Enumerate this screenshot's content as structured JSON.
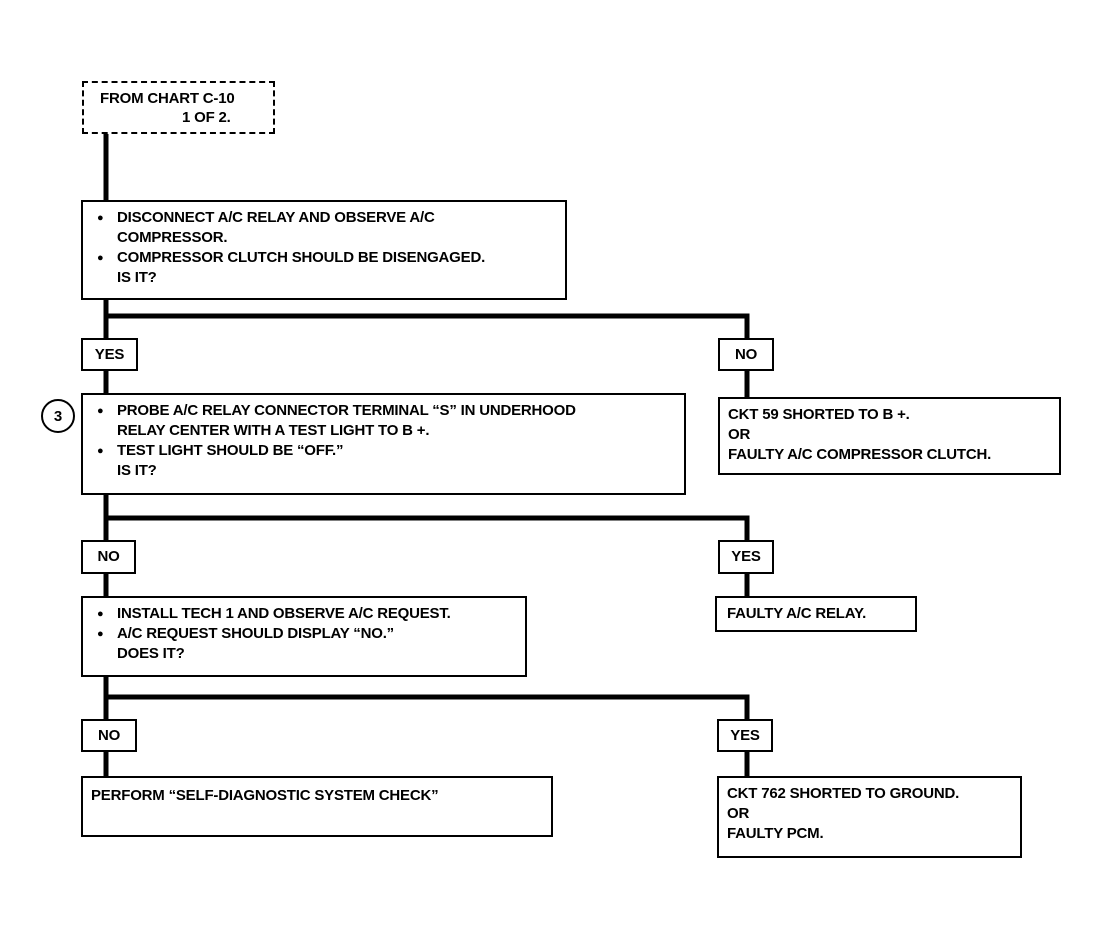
{
  "start": {
    "line1": "FROM CHART C-10",
    "line2": "1 OF 2."
  },
  "step1": {
    "bullets": [
      [
        "DISCONNECT A/C RELAY AND OBSERVE A/C",
        "COMPRESSOR."
      ],
      [
        "COMPRESSOR CLUTCH SHOULD BE DISENGAGED."
      ]
    ],
    "question": "IS IT?",
    "yes_label": "YES",
    "no_label": "NO"
  },
  "step1_no_result": [
    "CKT 59 SHORTED TO B +.",
    "OR",
    "FAULTY A/C COMPRESSOR CLUTCH."
  ],
  "step2": {
    "marker": "3",
    "bullets": [
      [
        "PROBE A/C RELAY CONNECTOR TERMINAL “S” IN UNDERHOOD",
        "RELAY CENTER WITH A TEST LIGHT TO B +."
      ],
      [
        "TEST LIGHT SHOULD BE “OFF.”"
      ]
    ],
    "question": "IS IT?",
    "no_label": "NO",
    "yes_label": "YES"
  },
  "step2_yes_result": [
    "FAULTY A/C RELAY."
  ],
  "step3": {
    "bullets": [
      [
        "INSTALL TECH 1 AND OBSERVE A/C REQUEST."
      ],
      [
        "A/C REQUEST SHOULD DISPLAY “NO.”"
      ]
    ],
    "question": "DOES IT?",
    "no_label": "NO",
    "yes_label": "YES"
  },
  "step3_no_result": [
    "PERFORM “SELF-DIAGNOSTIC SYSTEM CHECK”"
  ],
  "step3_yes_result": [
    "CKT 762 SHORTED TO GROUND.",
    "OR",
    "FAULTY PCM."
  ]
}
